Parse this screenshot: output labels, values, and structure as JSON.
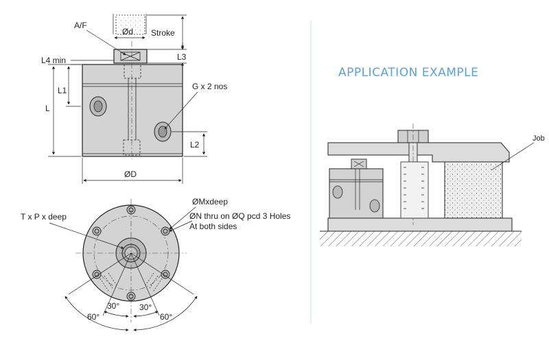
{
  "labels": {
    "af": "A/F",
    "od": "Ød",
    "stroke": "Stroke",
    "l3": "L3",
    "l4min": "L4 min",
    "l1": "L1",
    "l": "L",
    "gx2": "G x 2 nos",
    "l2": "L2",
    "oD": "ØD",
    "txp": "T x P x deep",
    "omx": "ØMxdeep",
    "onthru": "ØN thru on ØQ pcd 3 Holes",
    "both": "At both sides",
    "a30_left": "30°",
    "a30_right": "30°",
    "a60_left": "60°",
    "a60_right": "60°"
  },
  "application": {
    "title": "APPLICATION EXAMPLE",
    "job": "Job"
  },
  "colors": {
    "body": "#d3d3d3",
    "line": "#222222",
    "accent": "#5aa3d6",
    "divider": "#c8dff0"
  }
}
